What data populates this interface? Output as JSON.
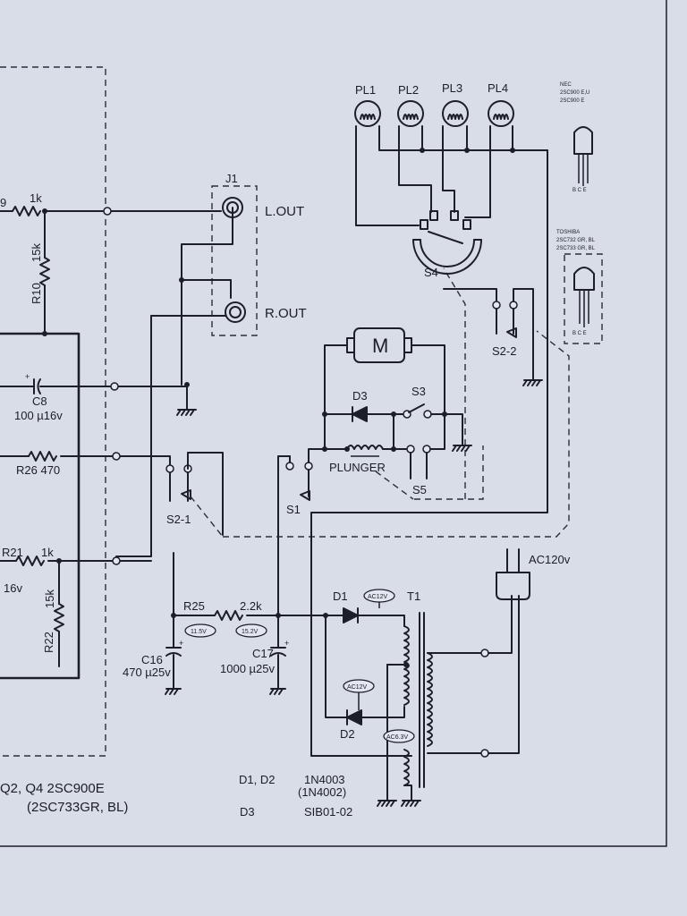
{
  "components": {
    "res_1k_top": "1k",
    "res_r9_fragment": "9",
    "res_15k_top": "15k",
    "r10": "R10",
    "j1": "J1",
    "l_out": "L.OUT",
    "r_out": "R.OUT",
    "c8": "C8",
    "c8_value": "100 µ16v",
    "r26": "R26 470",
    "s2_1": "S2-1",
    "r21": "R21",
    "res_1k_bottom": "1k",
    "volt_16v": "16v",
    "res_15k_bottom": "15k",
    "r22": "R22",
    "r25": "R25",
    "res_2_2k": "2.2k",
    "c16": "C16",
    "c16_value": "470 µ25v",
    "c17": "C17",
    "c17_value": "1000 µ25v",
    "s1": "S1",
    "motor": "M",
    "d3": "D3",
    "s3": "S3",
    "plunger": "PLUNGER",
    "s5": "S5",
    "pl1": "PL1",
    "pl2": "PL2",
    "pl3": "PL3",
    "pl4": "PL4",
    "s4": "S4",
    "s2_2": "S2-2",
    "d1": "D1",
    "d2": "D2",
    "t1": "T1",
    "ac120": "AC120v",
    "plus": "+"
  },
  "voltages": {
    "v11_5": "11.5V",
    "v15_2": "15.2V",
    "ac12_top": "AC12V",
    "ac12_mid": "AC12V",
    "ac6_3": "AC6.3V"
  },
  "notes": {
    "transistor_line1": "Q2, Q4  2SC900E",
    "transistor_line2": "(2SC733GR, BL)",
    "d1d2_label": "D1, D2",
    "d1d2_value": "1N4003",
    "d1d2_alt": "(1N4002)",
    "d3_label": "D3",
    "d3_value": "SIB01-02"
  },
  "parts": {
    "nec_title": "NEC",
    "nec_line1": "2SC900 E,U",
    "nec_line2": "2SC900 E",
    "toshiba_title": "TOSHIBA",
    "toshiba_line1": "2SC732 GR, BL",
    "toshiba_line2": "2SC733 GR, BL",
    "pins": "B C E"
  },
  "colors": {
    "paper": "#d9dde8",
    "ink": "#1c1f2a"
  }
}
